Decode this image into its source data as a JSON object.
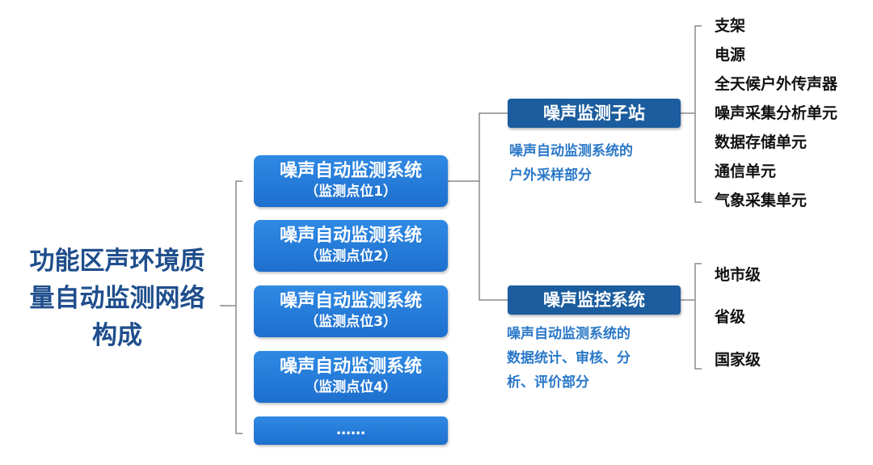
{
  "root": {
    "line1": "功能区声环境质",
    "line2": "量自动监测网络",
    "line3": "构成"
  },
  "sites": [
    {
      "title": "噪声自动监测系统",
      "sub": "（监测点位1）"
    },
    {
      "title": "噪声自动监测系统",
      "sub": "（监测点位2）"
    },
    {
      "title": "噪声自动监测系统",
      "sub": "（监测点位3）"
    },
    {
      "title": "噪声自动监测系统",
      "sub": "（监测点位4）"
    }
  ],
  "more": "……",
  "substation": {
    "title": "噪声监测子站",
    "desc": [
      "噪声自动监测系统的",
      "户外采样部分"
    ],
    "items": [
      "支架",
      "电源",
      "全天候户外传声器",
      "噪声采集分析单元",
      "数据存储单元",
      "通信单元",
      "气象采集单元"
    ]
  },
  "control": {
    "title": "噪声监控系统",
    "desc": [
      "噪声自动监测系统的",
      "数据统计、审核、分",
      "析、评价部分"
    ],
    "items": [
      "地市级",
      "省级",
      "国家级"
    ]
  },
  "colors": {
    "dark_box": "#1b5d9e",
    "site_box": "#2a80dc",
    "desc_text": "#2a78c8",
    "root_text": "#1f4e8c"
  }
}
